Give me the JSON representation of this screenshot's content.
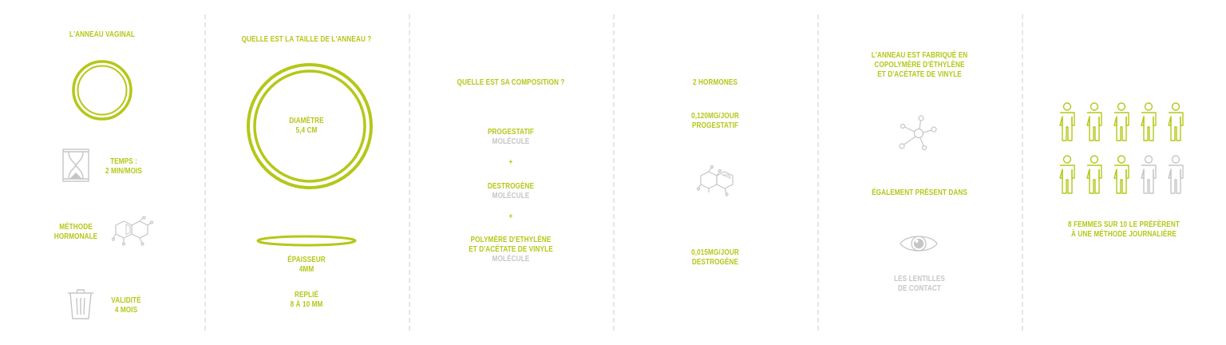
{
  "colors": {
    "accent": "#b5c718",
    "muted": "#c6c6c6",
    "divider": "#e6e6e6"
  },
  "col1": {
    "title": "L'ANNEAU VAGINAL",
    "icon_ring": "ring-icon",
    "time_icon": "hourglass-icon",
    "time_label": "TEMPS :",
    "time_value": "2 MIN/MOIS",
    "method_label1": "MÉTHODE",
    "method_label2": "HORMONALE",
    "method_icon": "molecule-icon",
    "validity_icon": "trash-bin-icon",
    "validity_label": "VALIDITÉ",
    "validity_value": "4 MOIS"
  },
  "col2": {
    "title": "QUELLE EST LA TAILLE DE L'ANNEAU ?",
    "diameter_label": "DIAMÈTRE",
    "diameter_value": "5,4 CM",
    "thickness_label": "ÉPAISSEUR",
    "thickness_value": "4MM",
    "folded_label": "REPLIÉ",
    "folded_value": "8 À 10 MM"
  },
  "col3": {
    "title": "QUELLE EST SA COMPOSITION ?",
    "item1_name": "PROGESTATIF",
    "item1_type": "MOLÉCULE",
    "plus1": "+",
    "item2_name": "DESTROGÈNE",
    "item2_type": "MOLÉCULE",
    "plus2": "+",
    "item3_line1": "POLYMÈRE D'ETHYLÈNE",
    "item3_line2": "ET D'ACÉTATE DE VINYLE",
    "item3_type": "MOLÉCULE"
  },
  "col4": {
    "title": "2 HORMONES",
    "dose1": "0,120MG/JOUR",
    "dose1_name": "PROGESTATIF",
    "icon": "molecule-icon",
    "dose2": "0,015MG/JOUR",
    "dose2_name": "DESTROGÈNE"
  },
  "col5": {
    "title_line1": "L'ANNEAU EST FABRIQUÉ EN",
    "title_line2": "COPOLYMÈRE D'ÉTHYLÈNE",
    "title_line3": "ET D'ACÉTATE DE VINYLE",
    "icon_network": "network-molecule-icon",
    "also_present": "ÉGALEMENT PRÉSENT DANS",
    "icon_eye": "eye-icon",
    "lens_line1": "LES LENTILLES",
    "lens_line2": "DE CONTACT"
  },
  "col6": {
    "people_total": 10,
    "people_highlighted": 8,
    "stat_line1": "8 FEMMES SUR 10 LE PRÉFÈRENT",
    "stat_line2": "À UNE MÉTHODE JOURNALIÈRE"
  }
}
